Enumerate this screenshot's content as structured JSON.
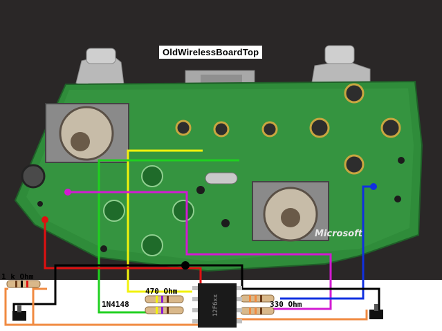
{
  "title": "OldWirelessBoardTop",
  "labels": {
    "resistor_1k": "1 k Ohm",
    "resistor_470": "470 Ohm",
    "resistor_330": "330 Ohm",
    "diode": "1N4148",
    "chip": "12F6xx",
    "brand": "Microsoft"
  },
  "colors": {
    "background": "#2a2727",
    "pcb": "#2f8c3a",
    "wire_red": "#e01010",
    "wire_yellow": "#f2f20c",
    "wire_green": "#20d020",
    "wire_magenta": "#d21ad2",
    "wire_blue": "#1030e0",
    "wire_black": "#000000",
    "wire_orange": "#f08a40"
  }
}
